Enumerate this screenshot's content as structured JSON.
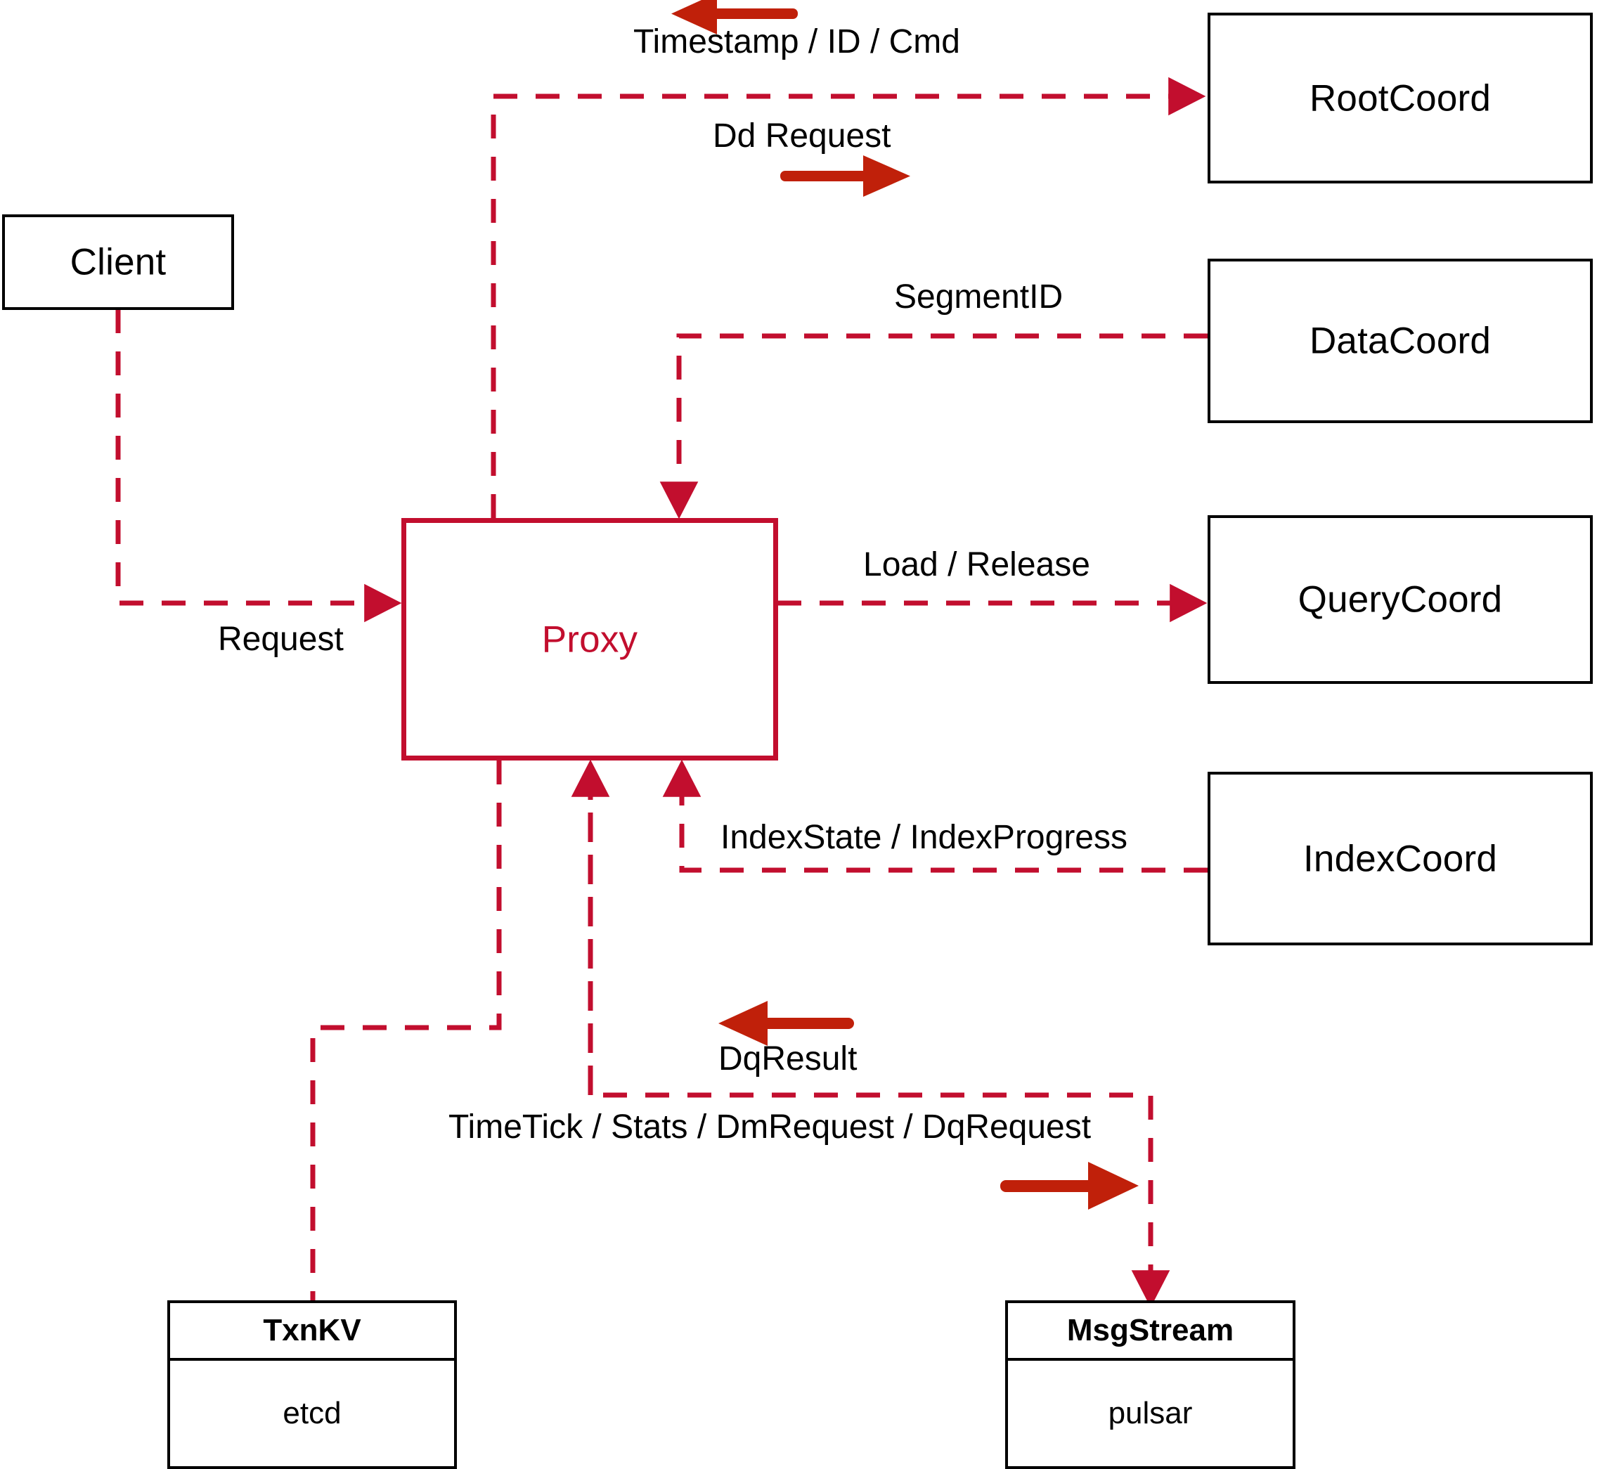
{
  "diagram": {
    "title": "Milvus Proxy component interaction diagram",
    "colors": {
      "dashed_line": "#c20e2e",
      "solid_arrow": "#c0200a",
      "node_border": "#000000",
      "proxy_border": "#c20e2e",
      "background": "#ffffff"
    },
    "nodes": [
      {
        "id": "client",
        "label": "Client",
        "style": "black"
      },
      {
        "id": "proxy",
        "label": "Proxy",
        "style": "red"
      },
      {
        "id": "rootcoord",
        "label": "RootCoord",
        "style": "black"
      },
      {
        "id": "datacoord",
        "label": "DataCoord",
        "style": "black"
      },
      {
        "id": "querycoord",
        "label": "QueryCoord",
        "style": "black"
      },
      {
        "id": "indexcoord",
        "label": "IndexCoord",
        "style": "black"
      }
    ],
    "store_nodes": [
      {
        "id": "txnkv",
        "header": "TxnKV",
        "body": "etcd"
      },
      {
        "id": "msgstream",
        "header": "MsgStream",
        "body": "pulsar"
      }
    ],
    "edge_labels": [
      {
        "id": "timestamp-id-cmd",
        "text": "Timestamp / ID / Cmd",
        "direction": "left",
        "from": "rootcoord",
        "to": "proxy"
      },
      {
        "id": "dd-request",
        "text": "Dd Request",
        "direction": "right",
        "from": "proxy",
        "to": "rootcoord"
      },
      {
        "id": "segmentid",
        "text": "SegmentID",
        "direction": "left",
        "from": "datacoord",
        "to": "proxy"
      },
      {
        "id": "load-release",
        "text": "Load / Release",
        "direction": "right",
        "from": "proxy",
        "to": "querycoord"
      },
      {
        "id": "index-state",
        "text": "IndexState / IndexProgress",
        "direction": "left",
        "from": "indexcoord",
        "to": "proxy"
      },
      {
        "id": "request",
        "text": "Request",
        "direction": "right",
        "from": "client",
        "to": "proxy"
      },
      {
        "id": "dq-result",
        "text": "DqResult",
        "direction": "left",
        "from": "msgstream",
        "to": "proxy"
      },
      {
        "id": "msg-request",
        "text": "TimeTick / Stats / DmRequest / DqRequest",
        "direction": "right",
        "from": "proxy",
        "to": "msgstream"
      }
    ]
  }
}
